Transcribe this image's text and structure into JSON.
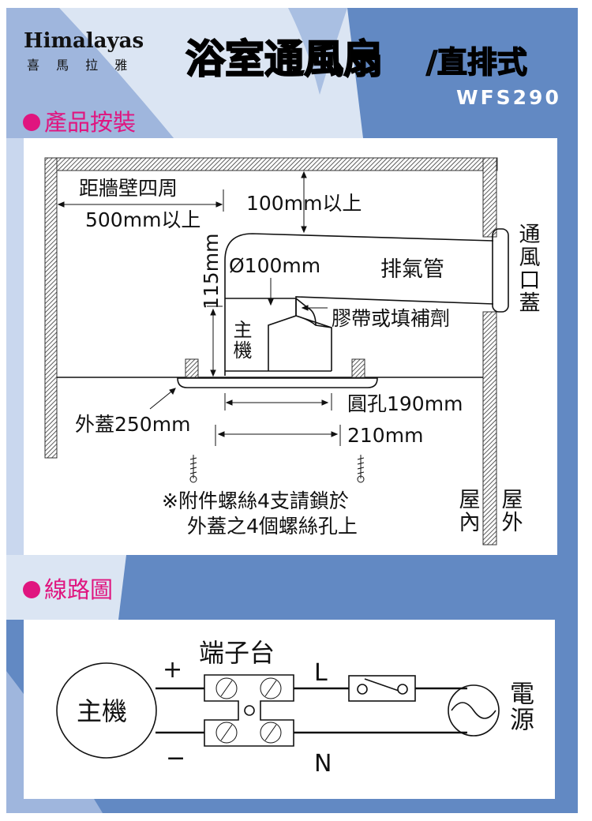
{
  "brand": {
    "name": "Himalayas",
    "chinese": "喜 馬 拉 雅"
  },
  "title": {
    "main": "浴室通風扇",
    "sub": "/直排式",
    "model": "WFS290"
  },
  "sections": {
    "install": "產品按裝",
    "wiring": "線路圖"
  },
  "install": {
    "wall_distance_1": "距牆壁四周",
    "wall_distance_2": "500mm以上",
    "top_clearance": "100mm以上",
    "height": "115mm",
    "pipe_diameter": "Ø100mm",
    "exhaust_pipe": "排氣管",
    "tape": "膠帶或填補劑",
    "main_unit": "主機",
    "vent_cap": "通風口蓋",
    "hole": "圓孔190mm",
    "width": "210mm",
    "cover": "外蓋250mm",
    "note_1": "※附件螺絲4支請鎖於",
    "note_2": "外蓋之4個螺絲孔上",
    "indoor": "屋內",
    "outdoor": "屋外"
  },
  "wiring": {
    "main_unit": "主機",
    "terminal": "端子台",
    "plus": "+",
    "minus": "−",
    "live": "L",
    "neutral": "N",
    "power": "電源"
  },
  "colors": {
    "accent": "#e0157f",
    "dark_blue": "#6289c3",
    "mid_blue": "#9fb6dd",
    "light_blue": "#dbe5f3"
  }
}
